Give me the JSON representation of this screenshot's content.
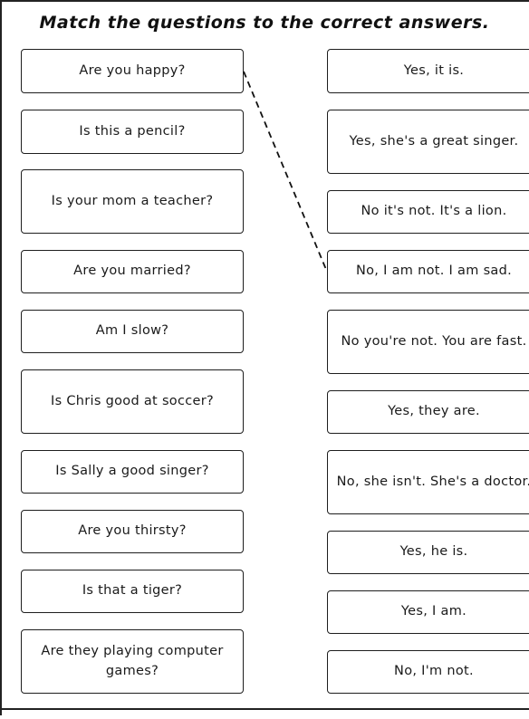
{
  "title": "Match the questions to the correct answers.",
  "questions": [
    "Are you happy?",
    "Is this a pencil?",
    "Is your mom a teacher?",
    "Are you married?",
    "Am I slow?",
    "Is Chris good at soccer?",
    "Is Sally a good singer?",
    "Are you thirsty?",
    "Is that a tiger?",
    "Are they playing computer games?"
  ],
  "answers": [
    "Yes, it is.",
    "Yes, she's a great singer.",
    "No it's not. It's a lion.",
    "No, I am not. I am sad.",
    "No you're not. You are fast.",
    "Yes, they are.",
    "No, she isn't. She's a doctor.",
    "Yes, he is.",
    "Yes, I am.",
    "No, I'm not."
  ],
  "matches_drawn": [
    {
      "question": "Are you happy?",
      "answer": "No, I am not. I am sad."
    }
  ],
  "colors": {
    "border": "#1e1e1e",
    "text": "#1a1a1a",
    "connector": "#111111"
  }
}
